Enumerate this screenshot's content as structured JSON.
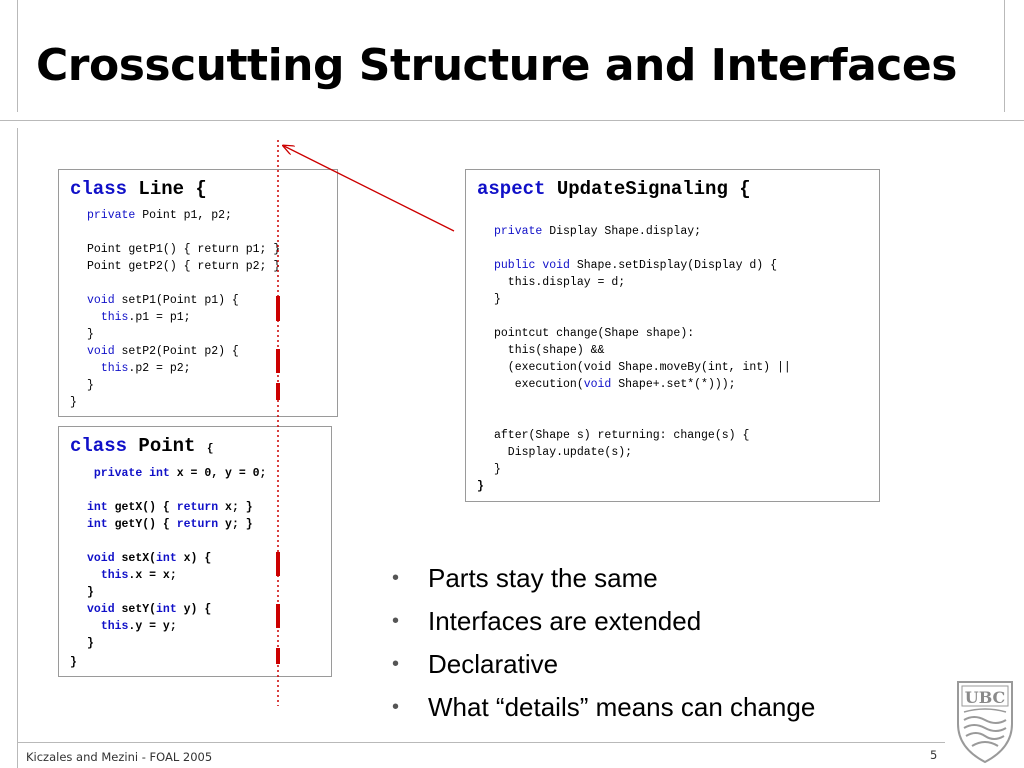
{
  "slide": {
    "title": "Crosscutting Structure and Interfaces",
    "footer": "Kiczales and Mezini - FOAL 2005",
    "page_number": "5"
  },
  "line_class": {
    "keyword": "class",
    "name": "Line {",
    "code": [
      [
        [
          "kw",
          "private"
        ],
        [
          "t",
          " Point p1, p2;"
        ]
      ],
      [],
      [
        [
          "t",
          "Point getP1() { return p1; }"
        ]
      ],
      [
        [
          "t",
          "Point getP2() { return p2; }"
        ]
      ],
      [],
      [
        [
          "kw",
          "void"
        ],
        [
          "t",
          " setP1(Point p1) {"
        ]
      ],
      [
        [
          "t",
          "  "
        ],
        [
          "kw",
          "this"
        ],
        [
          "t",
          ".p1 = p1;"
        ]
      ],
      [
        [
          "t",
          "}"
        ]
      ],
      [
        [
          "kw",
          "void"
        ],
        [
          "t",
          " setP2(Point p2) {"
        ]
      ],
      [
        [
          "t",
          "  "
        ],
        [
          "kw",
          "this"
        ],
        [
          "t",
          ".p2 = p2;"
        ]
      ],
      [
        [
          "t",
          "}"
        ]
      ]
    ],
    "closing": "}"
  },
  "point_class": {
    "keyword": "class",
    "name": "Point",
    "brace": "{",
    "code": [
      [
        [
          "t",
          " "
        ],
        [
          "kw",
          "private"
        ],
        [
          "t",
          " "
        ],
        [
          "kw",
          "int"
        ],
        [
          "t",
          " x = 0, y = 0;"
        ]
      ],
      [],
      [
        [
          "kw",
          "int"
        ],
        [
          "t",
          " getX() { "
        ],
        [
          "kw",
          "return"
        ],
        [
          "t",
          " x; }"
        ]
      ],
      [
        [
          "kw",
          "int"
        ],
        [
          "t",
          " getY() { "
        ],
        [
          "kw",
          "return"
        ],
        [
          "t",
          " y; }"
        ]
      ],
      [],
      [
        [
          "kw",
          "void"
        ],
        [
          "t",
          " setX("
        ],
        [
          "kw",
          "int"
        ],
        [
          "t",
          " x) {"
        ]
      ],
      [
        [
          "t",
          "  "
        ],
        [
          "kw",
          "this"
        ],
        [
          "t",
          ".x = x;"
        ]
      ],
      [
        [
          "t",
          "}"
        ]
      ],
      [
        [
          "kw",
          "void"
        ],
        [
          "t",
          " setY("
        ],
        [
          "kw",
          "int"
        ],
        [
          "t",
          " y) {"
        ]
      ],
      [
        [
          "t",
          "  "
        ],
        [
          "kw",
          "this"
        ],
        [
          "t",
          ".y = y;"
        ]
      ],
      [
        [
          "t",
          "}"
        ]
      ]
    ],
    "closing": "}"
  },
  "aspect": {
    "keyword": "aspect",
    "name": "UpdateSignaling {",
    "code": [
      [
        [
          "kw",
          "private"
        ],
        [
          "t",
          " Display Shape.display;"
        ]
      ],
      [],
      [
        [
          "kw",
          "public"
        ],
        [
          "t",
          " "
        ],
        [
          "kw",
          "void"
        ],
        [
          "t",
          " Shape.setDisplay(Display d) {"
        ]
      ],
      [
        [
          "t",
          "  this.display = d;"
        ]
      ],
      [
        [
          "t",
          "}"
        ]
      ],
      [],
      [
        [
          "t",
          "pointcut change(Shape shape):"
        ]
      ],
      [
        [
          "t",
          "  this(shape) &&"
        ]
      ],
      [
        [
          "t",
          "  (execution(void Shape.moveBy(int, int) ||"
        ]
      ],
      [
        [
          "t",
          "   execution("
        ],
        [
          "kw",
          "void"
        ],
        [
          "t",
          " Shape+.set*(*)));"
        ]
      ],
      [],
      [],
      [
        [
          "t",
          "after(Shape s) returning: change(s) {"
        ]
      ],
      [
        [
          "t",
          "  Display.update(s);"
        ]
      ],
      [
        [
          "t",
          "}"
        ]
      ]
    ],
    "closing": "}"
  },
  "bullets": [
    "Parts stay the same",
    "Interfaces are extended",
    "Declarative",
    "What “details” means can change"
  ],
  "bullet_glyph": "•",
  "logo_text": "UBC",
  "colors": {
    "keyword": "#1010c8",
    "highlight": "#cc0000",
    "frame": "#b9b9b9"
  }
}
